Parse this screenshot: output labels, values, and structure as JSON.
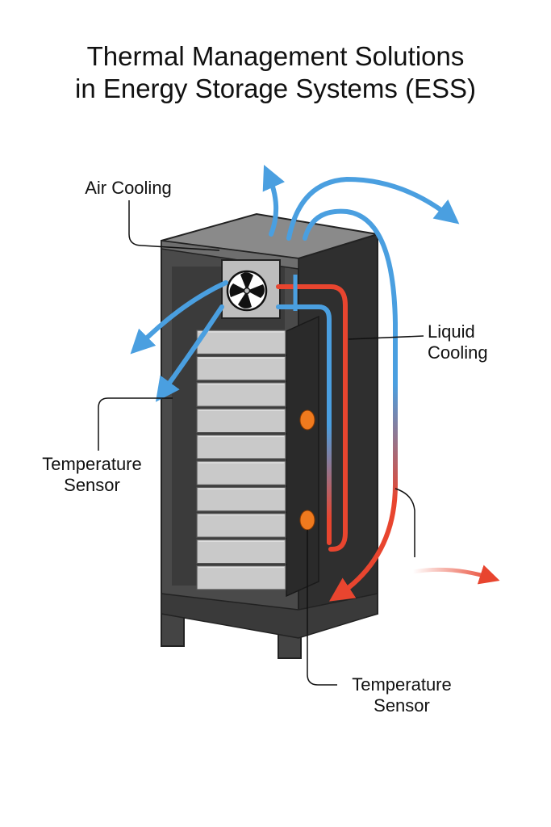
{
  "title": {
    "line1": "Thermal Management Solutions",
    "line2": "in Energy Storage Systems (ESS)"
  },
  "labels": {
    "air_cooling": "Air Cooling",
    "liquid_cooling_line1": "Liquid",
    "liquid_cooling_line2": "Cooling",
    "temp_sensor_left_line1": "Temperature",
    "temp_sensor_left_line2": "Sensor",
    "temp_sensor_bottom_line1": "Temperature",
    "temp_sensor_bottom_line2": "Sensor"
  },
  "colors": {
    "cold": "#4a9fe0",
    "hot": "#e8452f",
    "cabinet": "#4a4a4a",
    "cabinet_dark": "#333333",
    "cabinet_top": "#8a8a8a",
    "module": "#c9c9c9",
    "sensor": "#f07a1e"
  },
  "icons": {
    "fan": "fan-icon",
    "sensor": "sensor-dot-icon"
  },
  "battery_module_count": 10
}
